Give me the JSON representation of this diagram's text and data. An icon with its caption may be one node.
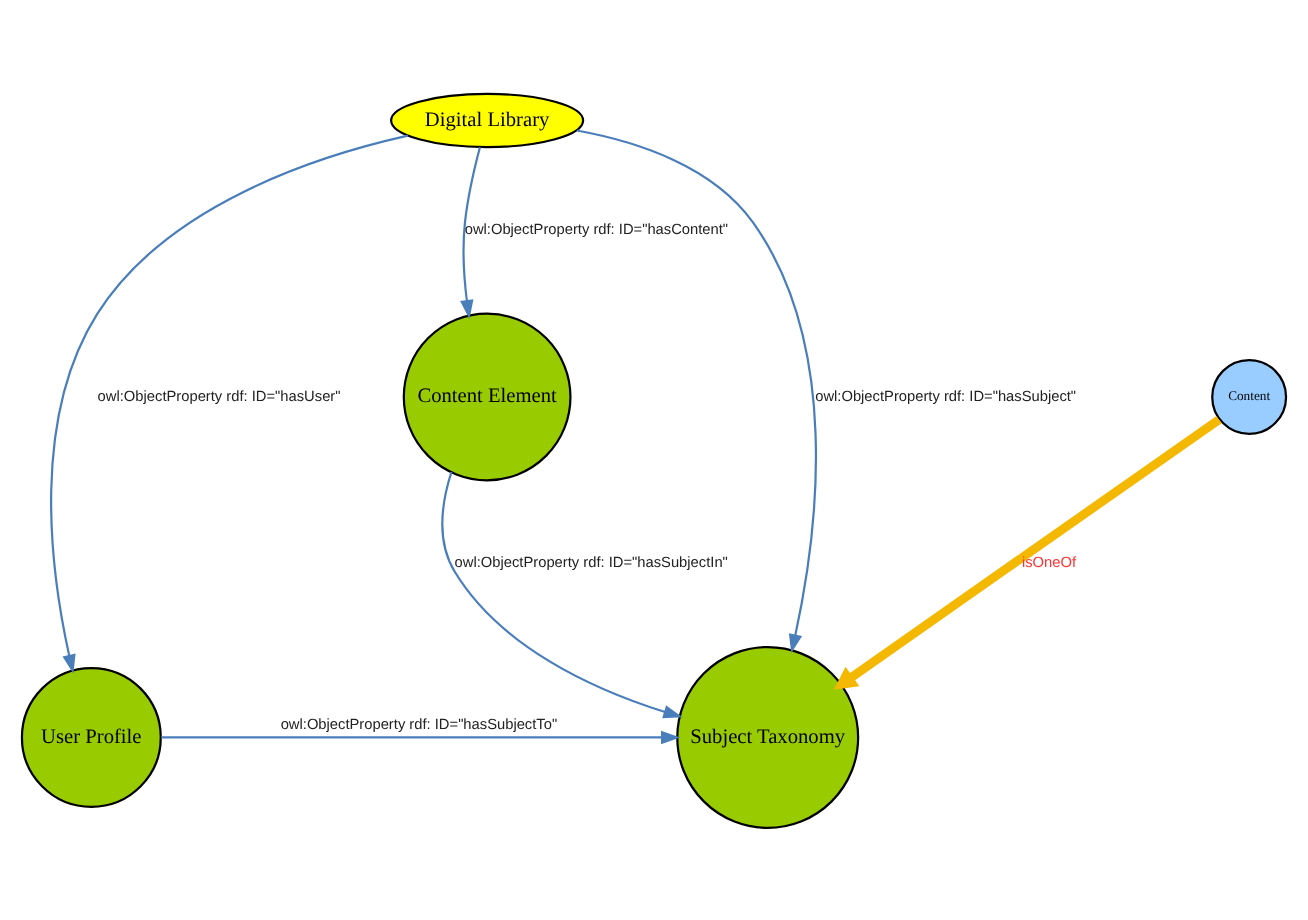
{
  "diagram": {
    "nodes": [
      {
        "text": [
          "Content Element"
        ]
      },
      {
        "text": [
          "Content"
        ]
      },
      {
        "text": [
          "Digital Library"
        ]
      },
      {
        "text": [
          "Subject Taxonomy"
        ]
      },
      {
        "text": [
          "User Profile"
        ]
      }
    ],
    "edges": [
      {
        "from": 0,
        "to": 3,
        "arrow": "to",
        "label": "owl:ObjectProperty rdf: ID=\"hasSubjectIn\""
      },
      {
        "from": 2,
        "to": 0,
        "arrow": "to",
        "label": "owl:ObjectProperty rdf: ID=\"hasContent\""
      },
      {
        "from": 1,
        "to": 3,
        "arrow": "to",
        "label": "isOneOf",
        "style": "thick",
        "color": "#f5b800"
      },
      {
        "from": 2,
        "to": 3,
        "arrow": "to",
        "label": "owl:ObjectProperty rdf: ID=\"hasSubject\""
      },
      {
        "from": 2,
        "to": 4,
        "arrow": "to",
        "label": "owl:ObjectProperty rdf: ID=\"hasUser\""
      },
      {
        "from": 4,
        "to": 3,
        "arrow": "to",
        "label": "owl:ObjectProperty rdf: ID=\"hasSubjectTo\""
      }
    ]
  }
}
